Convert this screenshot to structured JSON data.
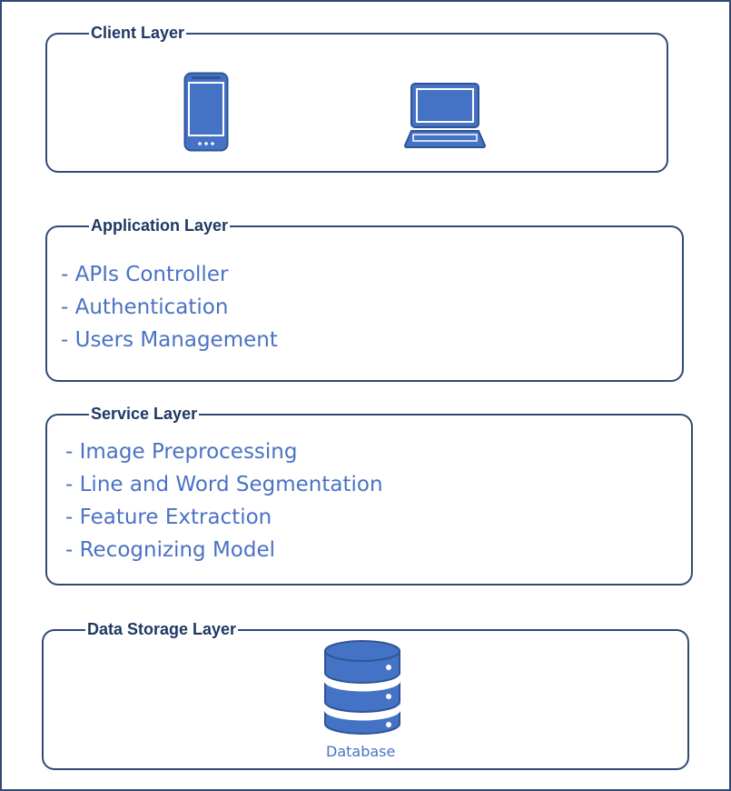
{
  "layers": {
    "client": {
      "title": "Client Layer",
      "icons": [
        "mobile-phone-icon",
        "laptop-icon"
      ]
    },
    "application": {
      "title": "Application Layer",
      "items": [
        "- APIs Controller",
        "- Authentication",
        "- Users Management"
      ]
    },
    "service": {
      "title": "Service Layer",
      "items": [
        "- Image Preprocessing",
        "- Line and Word Segmentation",
        "- Feature Extraction",
        "- Recognizing Model"
      ]
    },
    "storage": {
      "title": "Data Storage Layer",
      "icon": "database-icon",
      "database_label": "Database"
    }
  },
  "colors": {
    "border": "#2f4b74",
    "title": "#1f3864",
    "text": "#4a72c4",
    "icon_fill": "#4472c4",
    "icon_stroke": "#2f5597"
  }
}
